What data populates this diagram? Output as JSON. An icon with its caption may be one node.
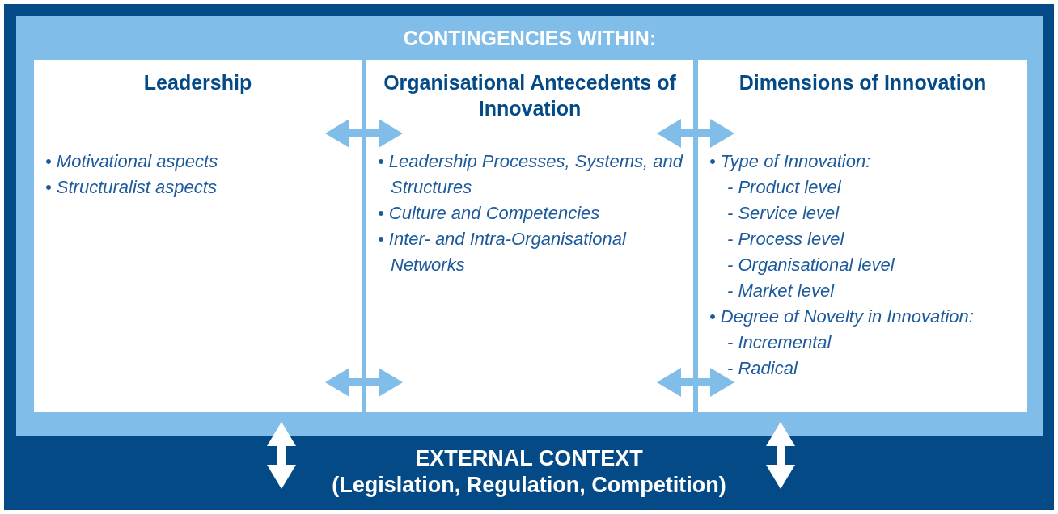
{
  "diagram": {
    "nodes": [
      {
        "text": [
          "EXTERNAL CONTEXT",
          "(Legislation, Regulation, Competition)"
        ]
      },
      {
        "text": [
          "CONTINGENCIES WITHIN:"
        ],
        "in": 0
      },
      {
        "text": [
          "Leadership",
          "• Motivational aspects",
          "• Structuralist aspects"
        ],
        "in": 1
      },
      {
        "text": [
          "Organisational Antecedents of Innovation",
          "• Leadership Processes, Systems, and Structures",
          "• Culture and Competencies",
          "• Inter- and Intra-Organisational Networks"
        ],
        "in": 1
      },
      {
        "text": [
          "Dimensions of Innovation",
          "• Type of Innovation:",
          "- Product level",
          "- Service level",
          "- Process level",
          "- Organisational level",
          "- Market level",
          "• Degree of Novelty in Innovation:",
          "- Incremental",
          "- Radical"
        ],
        "in": 1
      }
    ],
    "edges": [
      {
        "from": 2,
        "to": 3,
        "arrow": "both"
      },
      {
        "from": 3,
        "to": 4,
        "arrow": "both"
      },
      {
        "from": 2,
        "to": 3,
        "arrow": "both"
      },
      {
        "from": 3,
        "to": 4,
        "arrow": "both"
      },
      {
        "from": 1,
        "to": 0,
        "arrow": "both",
        "color": "#ffffff"
      },
      {
        "from": 1,
        "to": 0,
        "arrow": "both",
        "color": "#ffffff"
      }
    ]
  }
}
